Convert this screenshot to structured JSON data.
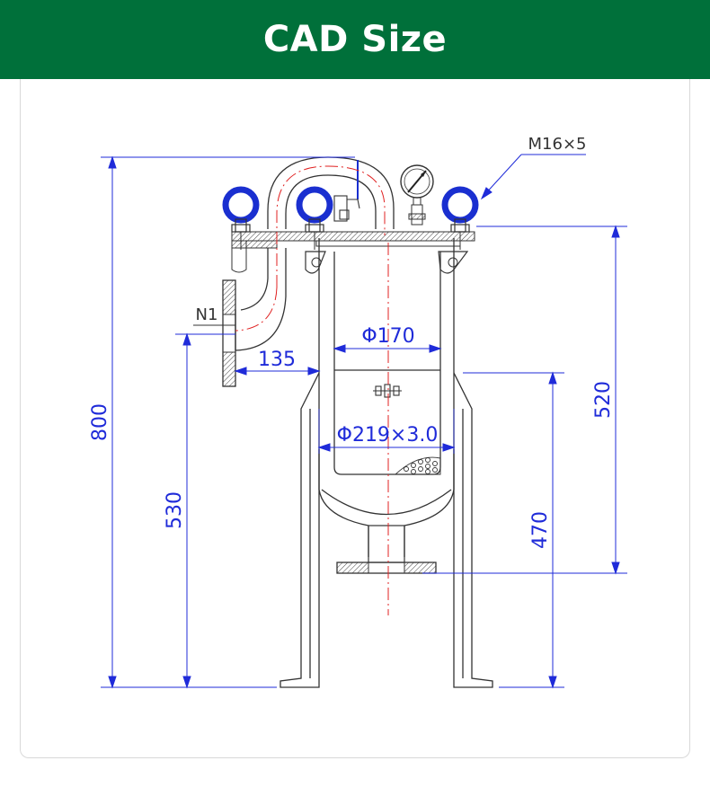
{
  "header": {
    "title": "CAD Size"
  },
  "colors": {
    "header_bg": "#00703a",
    "dimension": "#1f2bd9",
    "lifting_ring": "#1a2fd0",
    "centerline": "#e02020",
    "outline": "#333333"
  },
  "labels": {
    "thread_callout": "M16×5",
    "nozzle": "N1"
  },
  "dimensions": {
    "total_height": "800",
    "inlet_height": "530",
    "body_length": "520",
    "outlet_height": "470",
    "inner_diameter": "Φ170",
    "outer_diameter": "Φ219×3.0",
    "inlet_offset": "135"
  }
}
